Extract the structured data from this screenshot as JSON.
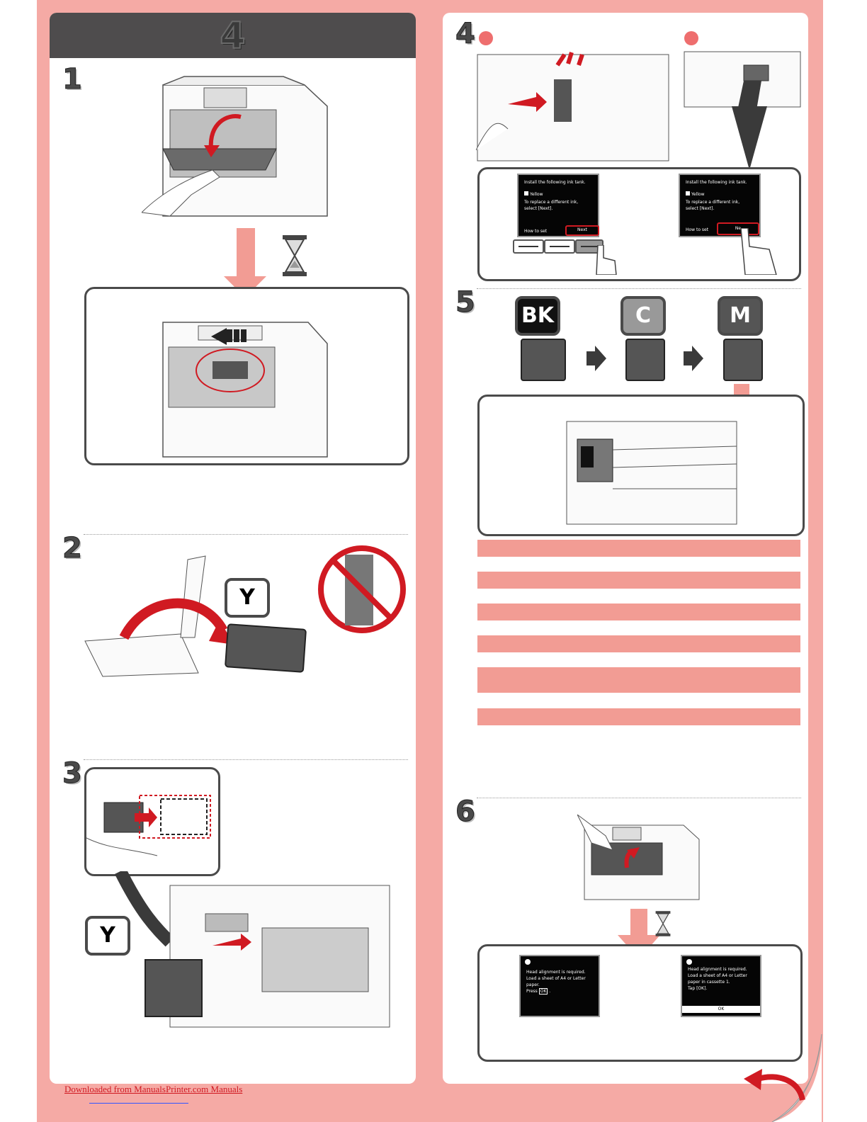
{
  "page": {
    "section_number": "4"
  },
  "steps": {
    "s1": "1",
    "s2": "2",
    "s3": "3",
    "s4": "4",
    "s5": "5",
    "s6": "6"
  },
  "labels": {
    "yellow_tag": "Y",
    "yellow_tag_2": "Y",
    "black_tag": "BK",
    "cyan_tag": "C",
    "magenta_tag": "M"
  },
  "screens": {
    "left": {
      "line1": "Install the following ink tank.",
      "line2": "Yellow",
      "line3": "To replace a different ink,",
      "line4": "select [Next].",
      "how": "How to set",
      "next": "Next"
    },
    "right": {
      "line1": "Install the following ink tank.",
      "line2": "Yellow",
      "line3": "To replace a different ink,",
      "line4": "select [Next].",
      "how": "How to set",
      "next": "Ne"
    }
  },
  "alignment_screens": {
    "left": {
      "line1": "Head alignment is required.",
      "line2": "Load a sheet of A4 or Letter",
      "line3": "paper.",
      "line4": "Press",
      "ok": "OK"
    },
    "right": {
      "line1": "Head alignment is required.",
      "line2": "Load a sheet of A4 or Letter",
      "line3": "paper in cassette 1.",
      "line4": "Tap [OK].",
      "ok": "OK"
    }
  },
  "footer": {
    "link_text": "Downloaded from ManualsPrinter.com Manuals"
  },
  "colors": {
    "background_pink": "#f5aaa5",
    "accent_red": "#ee6e6e",
    "header_gray": "#4e4c4d",
    "bar_pink": "#f29c94"
  }
}
